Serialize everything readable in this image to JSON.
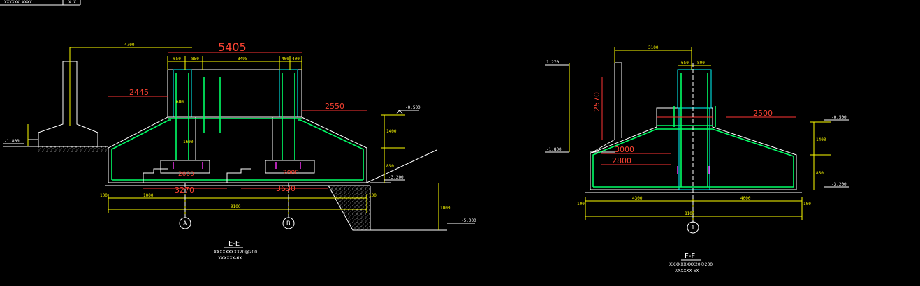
{
  "title_block": {
    "left": "XXXXXX XXXX",
    "right": "X X"
  },
  "colors": {
    "background": "#000000",
    "dimension": "#ffff00",
    "outline": "#ffffff",
    "rebar": "#00ff66",
    "column": "#00ffff",
    "large_dim": "#ff4433"
  },
  "section_e": {
    "title": "E-E",
    "note1": "XXXXXXXXX20@200",
    "note2": "XXXXXX-6X",
    "axis_a": "A",
    "axis_b": "B",
    "big_dims": {
      "top": "5405",
      "left": "2445",
      "right": "2550",
      "bottom_a": "2000",
      "bottom_b": "2000",
      "w1": "3270",
      "w2": "3630"
    },
    "dims": {
      "d4700": "4700",
      "d650a": "650",
      "d850": "850",
      "d3495": "3495",
      "d400a": "400",
      "d400b": "400",
      "d600": "600",
      "d1400": "1400",
      "d850v": "850",
      "d1000v": "1000",
      "d1600": "1600",
      "d100": "100",
      "d1000": "1000",
      "d9100": "9100",
      "d100b": "100"
    },
    "levels": {
      "l1": "-0.500",
      "l2": "-1.800",
      "l3": "-3.200",
      "l4": "-5.000"
    }
  },
  "section_f": {
    "title": "F-F",
    "note1": "XXXXXXXXX20@200",
    "note2": "XXXXXX-6X",
    "axis_1": "1",
    "big_dims": {
      "left": "2570",
      "right": "2500",
      "w1": "3000",
      "w2": "2800"
    },
    "dims": {
      "d3100": "3100",
      "d650": "650",
      "d800": "800",
      "d4300": "4300",
      "d4000": "4000",
      "d8100": "8100",
      "d100a": "100",
      "d100b": "100",
      "d1400": "1400",
      "d850": "850"
    },
    "levels": {
      "l1": "1.270",
      "l2": "-0.500",
      "l3": "-1.800",
      "l4": "-3.200"
    }
  }
}
